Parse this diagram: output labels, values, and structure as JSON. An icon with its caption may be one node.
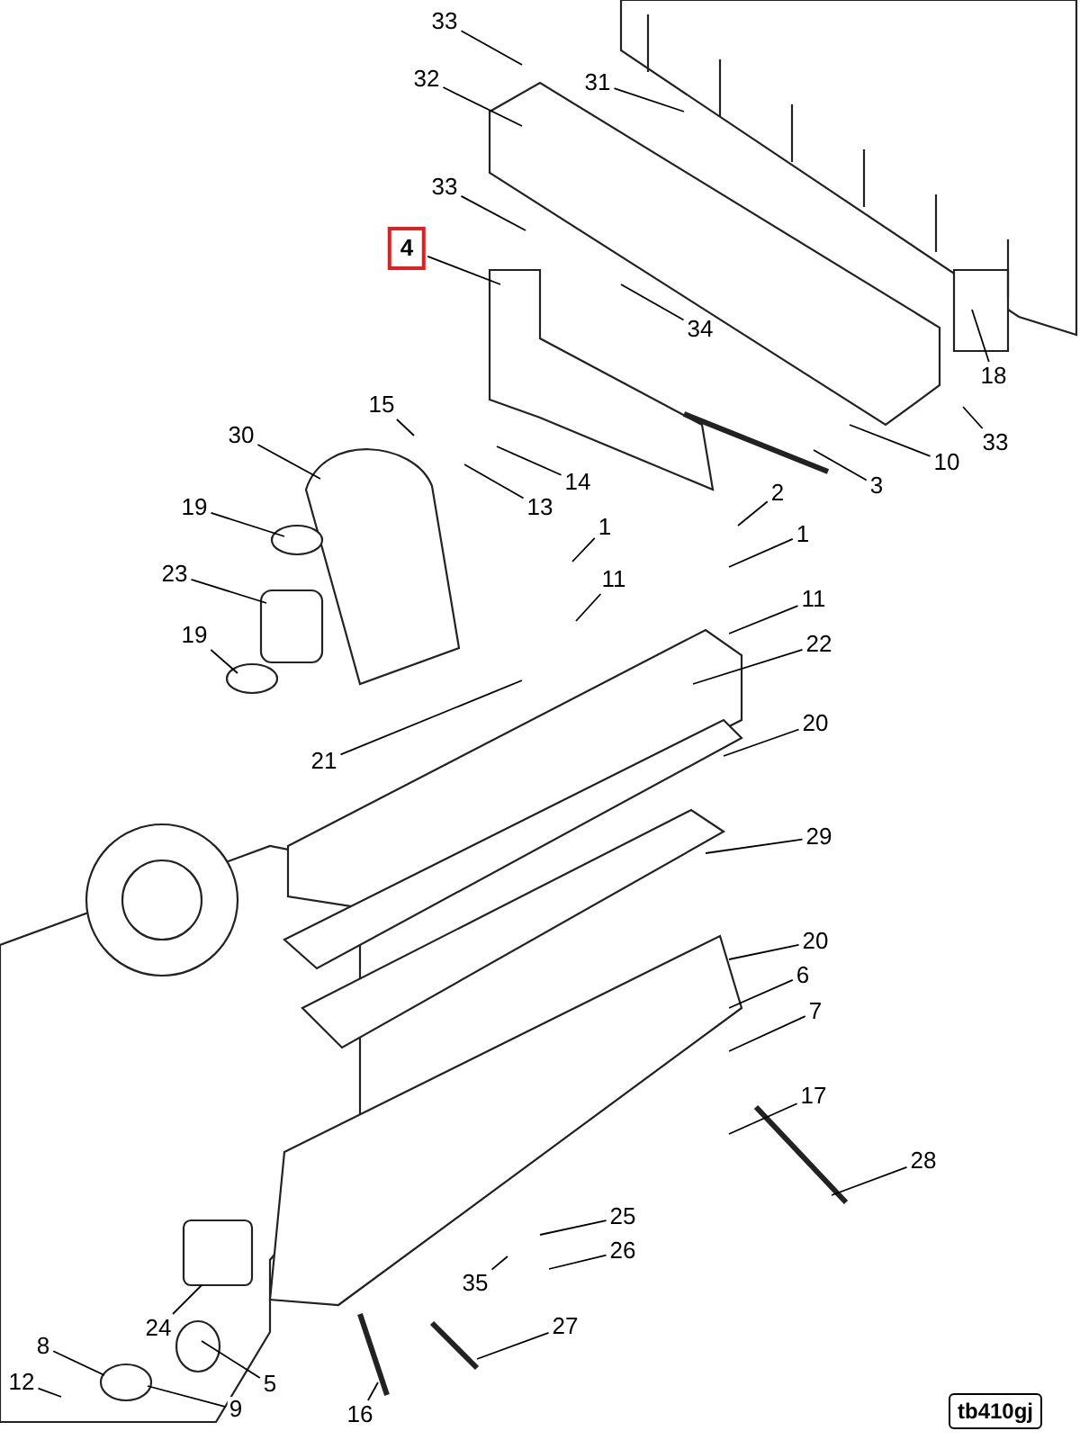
{
  "diagram": {
    "nodes": [
      {
        "text": [
          "33"
        ]
      },
      {
        "text": [
          "32"
        ]
      },
      {
        "text": [
          "31"
        ]
      },
      {
        "text": [
          "33"
        ]
      },
      {
        "text": [
          "4"
        ]
      },
      {
        "text": [
          "34"
        ]
      },
      {
        "text": [
          "18"
        ]
      },
      {
        "text": [
          "33"
        ]
      },
      {
        "text": [
          "15"
        ]
      },
      {
        "text": [
          "30"
        ]
      },
      {
        "text": [
          "14"
        ]
      },
      {
        "text": [
          "13"
        ]
      },
      {
        "text": [
          "10"
        ]
      },
      {
        "text": [
          "3"
        ]
      },
      {
        "text": [
          "2"
        ]
      },
      {
        "text": [
          "1"
        ]
      },
      {
        "text": [
          "1"
        ]
      },
      {
        "text": [
          "19"
        ]
      },
      {
        "text": [
          "11"
        ]
      },
      {
        "text": [
          "11"
        ]
      },
      {
        "text": [
          "23"
        ]
      },
      {
        "text": [
          "22"
        ]
      },
      {
        "text": [
          "19"
        ]
      },
      {
        "text": [
          "20"
        ]
      },
      {
        "text": [
          "21"
        ]
      },
      {
        "text": [
          "29"
        ]
      },
      {
        "text": [
          "20"
        ]
      },
      {
        "text": [
          "6"
        ]
      },
      {
        "text": [
          "7"
        ]
      },
      {
        "text": [
          "17"
        ]
      },
      {
        "text": [
          "28"
        ]
      },
      {
        "text": [
          "25"
        ]
      },
      {
        "text": [
          "26"
        ]
      },
      {
        "text": [
          "35"
        ]
      },
      {
        "text": [
          "24"
        ]
      },
      {
        "text": [
          "27"
        ]
      },
      {
        "text": [
          "8"
        ]
      },
      {
        "text": [
          "5"
        ]
      },
      {
        "text": [
          "12"
        ]
      },
      {
        "text": [
          "9"
        ]
      },
      {
        "text": [
          "16"
        ]
      },
      {
        "text": [
          "tb410gj"
        ]
      }
    ],
    "edges": [
      {
        "from": 0,
        "to": null,
        "arrow": "none"
      },
      {
        "from": 1,
        "to": null,
        "arrow": "none"
      },
      {
        "from": 2,
        "to": null,
        "arrow": "none"
      },
      {
        "from": 3,
        "to": null,
        "arrow": "none"
      },
      {
        "from": 4,
        "to": null,
        "arrow": "none"
      },
      {
        "from": 5,
        "to": null,
        "arrow": "none"
      },
      {
        "from": 6,
        "to": null,
        "arrow": "none"
      },
      {
        "from": 7,
        "to": null,
        "arrow": "none"
      },
      {
        "from": 8,
        "to": null,
        "arrow": "none"
      },
      {
        "from": 9,
        "to": null,
        "arrow": "none"
      },
      {
        "from": 10,
        "to": null,
        "arrow": "none"
      },
      {
        "from": 11,
        "to": null,
        "arrow": "none"
      },
      {
        "from": 12,
        "to": null,
        "arrow": "none"
      },
      {
        "from": 13,
        "to": null,
        "arrow": "none"
      },
      {
        "from": 14,
        "to": null,
        "arrow": "none"
      },
      {
        "from": 15,
        "to": null,
        "arrow": "none"
      },
      {
        "from": 16,
        "to": null,
        "arrow": "none"
      },
      {
        "from": 17,
        "to": null,
        "arrow": "none"
      },
      {
        "from": 18,
        "to": null,
        "arrow": "none"
      },
      {
        "from": 19,
        "to": null,
        "arrow": "none"
      },
      {
        "from": 20,
        "to": null,
        "arrow": "none"
      },
      {
        "from": 21,
        "to": null,
        "arrow": "none"
      },
      {
        "from": 22,
        "to": null,
        "arrow": "none"
      },
      {
        "from": 23,
        "to": null,
        "arrow": "none"
      },
      {
        "from": 24,
        "to": null,
        "arrow": "none"
      },
      {
        "from": 25,
        "to": null,
        "arrow": "none"
      },
      {
        "from": 26,
        "to": null,
        "arrow": "none"
      },
      {
        "from": 27,
        "to": null,
        "arrow": "none"
      },
      {
        "from": 28,
        "to": null,
        "arrow": "none"
      },
      {
        "from": 29,
        "to": null,
        "arrow": "none"
      },
      {
        "from": 30,
        "to": null,
        "arrow": "none"
      },
      {
        "from": 31,
        "to": null,
        "arrow": "none"
      },
      {
        "from": 32,
        "to": null,
        "arrow": "none"
      },
      {
        "from": 33,
        "to": null,
        "arrow": "none"
      },
      {
        "from": 34,
        "to": null,
        "arrow": "none"
      },
      {
        "from": 35,
        "to": null,
        "arrow": "none"
      },
      {
        "from": 36,
        "to": null,
        "arrow": "none"
      },
      {
        "from": 37,
        "to": null,
        "arrow": "none"
      },
      {
        "from": 38,
        "to": null,
        "arrow": "none"
      },
      {
        "from": 39,
        "to": null,
        "arrow": "none"
      },
      {
        "from": 40,
        "to": null,
        "arrow": "none"
      }
    ]
  }
}
